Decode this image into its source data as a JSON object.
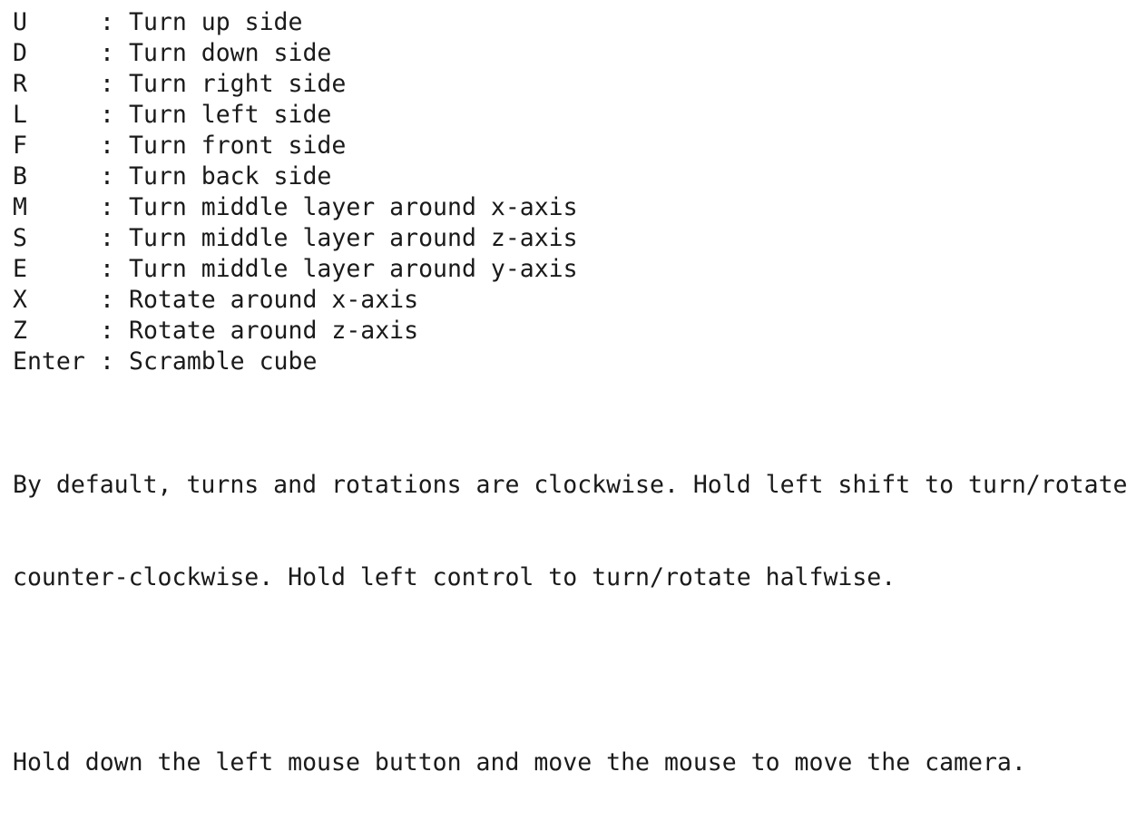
{
  "keybindings": [
    {
      "key": "U",
      "description": "Turn up side"
    },
    {
      "key": "D",
      "description": "Turn down side"
    },
    {
      "key": "R",
      "description": "Turn right side"
    },
    {
      "key": "L",
      "description": "Turn left side"
    },
    {
      "key": "F",
      "description": "Turn front side"
    },
    {
      "key": "B",
      "description": "Turn back side"
    },
    {
      "key": "M",
      "description": "Turn middle layer around x-axis"
    },
    {
      "key": "S",
      "description": "Turn middle layer around z-axis"
    },
    {
      "key": "E",
      "description": "Turn middle layer around y-axis"
    },
    {
      "key": "X",
      "description": "Rotate around x-axis"
    },
    {
      "key": "Z",
      "description": "Rotate around z-axis"
    },
    {
      "key": "Enter",
      "description": "Scramble cube"
    }
  ],
  "separator": ":",
  "notes": {
    "rotation_line1": "By default, turns and rotations are clockwise. Hold left shift to turn/rotate",
    "rotation_line2": "counter-clockwise. Hold left control to turn/rotate halfwise.",
    "camera": "Hold down the left mouse button and move the mouse to move the camera."
  }
}
